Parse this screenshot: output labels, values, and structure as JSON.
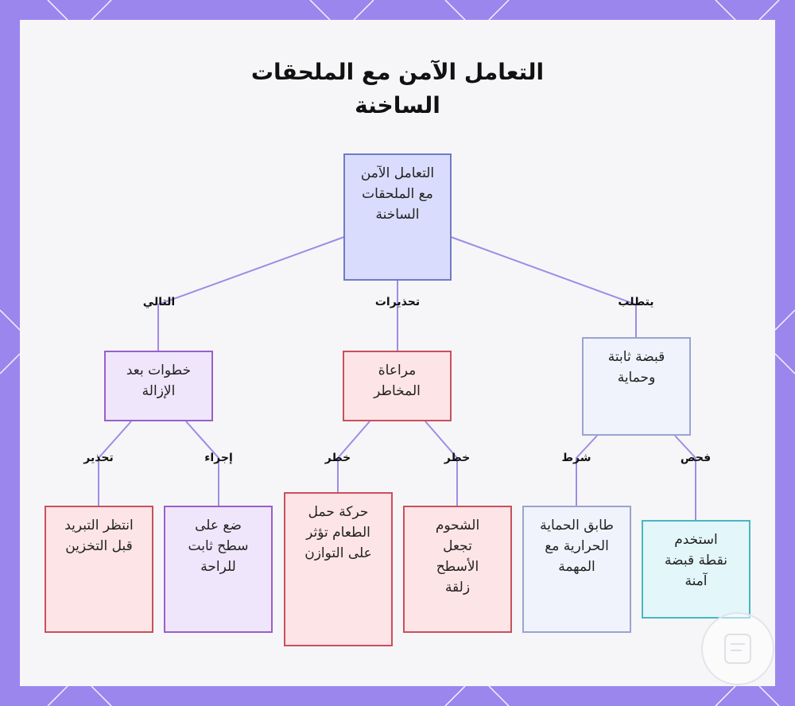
{
  "title": "التعامل الآمن مع الملحقات الساخنة",
  "nodes": {
    "root": "التعامل الآمن مع الملحقات الساخنة",
    "steps": "خطوات بعد الإزالة",
    "risks": "مراعاة المخاطر",
    "grip": "قبضة ثابتة وحماية",
    "wait": "انتظر التبريد قبل التخزين",
    "surface": "ضع على سطح ثابت للراحة",
    "movement": "حركة حمل الطعام تؤثر على التوازن",
    "grease": "الشحوم تجعل الأسطح زلقة",
    "match": "طابق الحماية الحرارية مع المهمة",
    "point": "استخدم نقطة قبضة آمنة"
  },
  "edge_labels": {
    "next": "التالي",
    "warnings": "تحذيرات",
    "requires": "يتطلب",
    "caution": "تحذير",
    "procedure": "إجراء",
    "danger1": "خطر",
    "danger2": "خطر",
    "condition": "شرط",
    "check": "فحص"
  },
  "colors": {
    "frame": "#9b86ee",
    "edge": "#a08be6"
  }
}
